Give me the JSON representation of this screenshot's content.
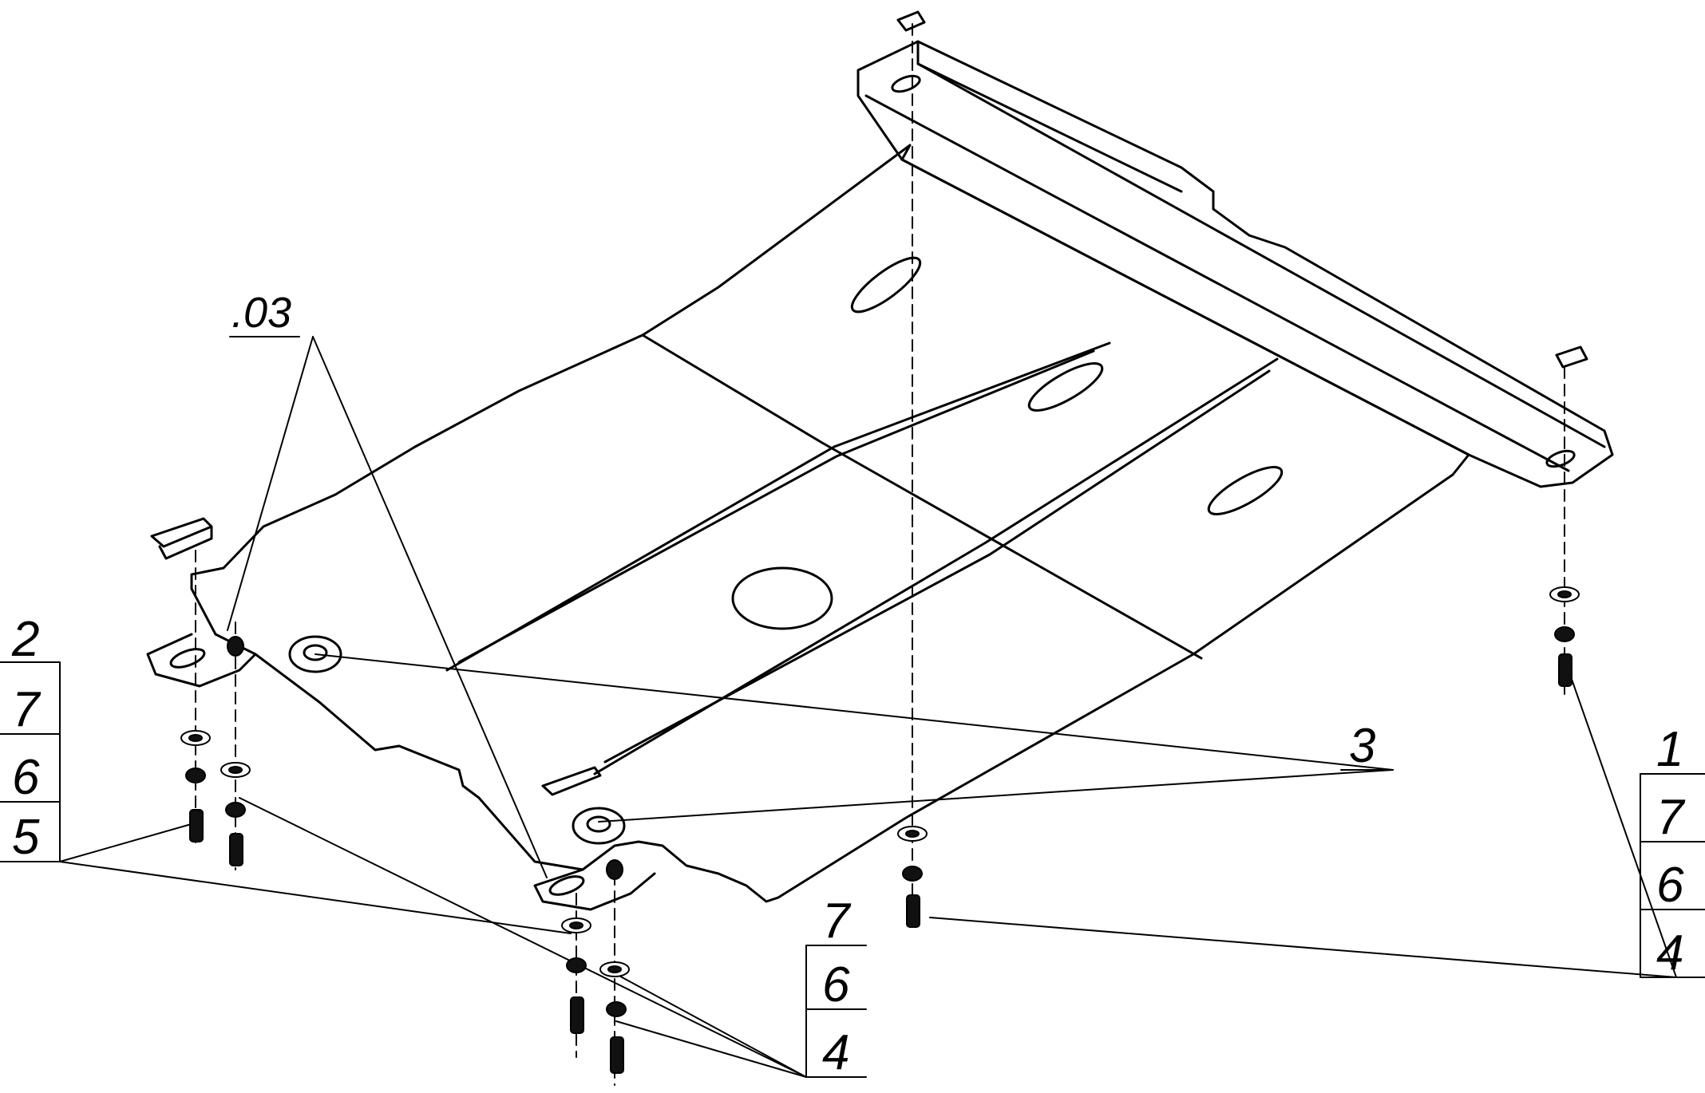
{
  "labels": {
    "part_03": ".03",
    "part_3": "3",
    "callout_left": [
      "2",
      "7",
      "6",
      "5"
    ],
    "callout_right": [
      "1",
      "7",
      "6",
      "4"
    ],
    "callout_bottom": [
      "7",
      "6",
      "4"
    ]
  },
  "colors": {
    "line": "#000000",
    "background": "#ffffff",
    "fastener": "#111111"
  }
}
